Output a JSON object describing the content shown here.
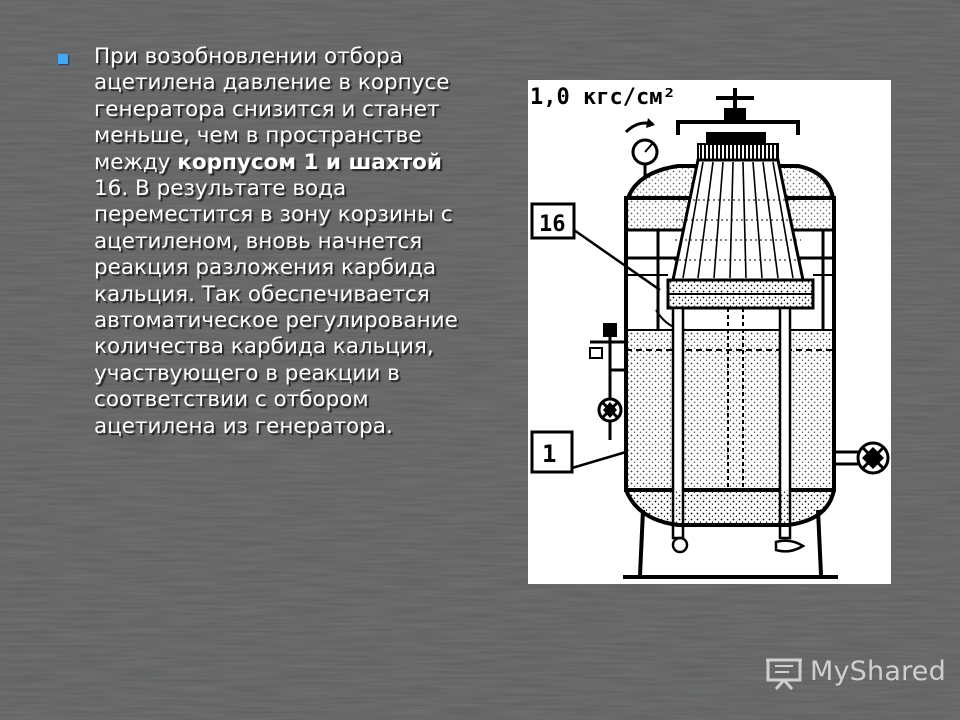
{
  "slide": {
    "text_segments": [
      {
        "text": "При возобновлении отбора ацетилена давление в корпусе генератора снизится и станет меньше, чем в пространстве между ",
        "bold": false
      },
      {
        "text": "корпусом 1 и шахтой",
        "bold": true
      },
      {
        "text": " 16. В результате вода переместится в зону корзины с ацетиленом, вновь начнется реакция разложения карбида кальция. Так обеспечивается автоматическое регулирование количества карбида кальция, участвующего в реакции в соответствии с отбором ацетилена из генератора.",
        "bold": false
      }
    ],
    "bullet_color": "#3fa9f5"
  },
  "figure": {
    "pressure_label": "1,0 кгс/см²",
    "callout_16": "16",
    "callout_1": "1"
  },
  "watermark": {
    "text": "MyShared"
  }
}
